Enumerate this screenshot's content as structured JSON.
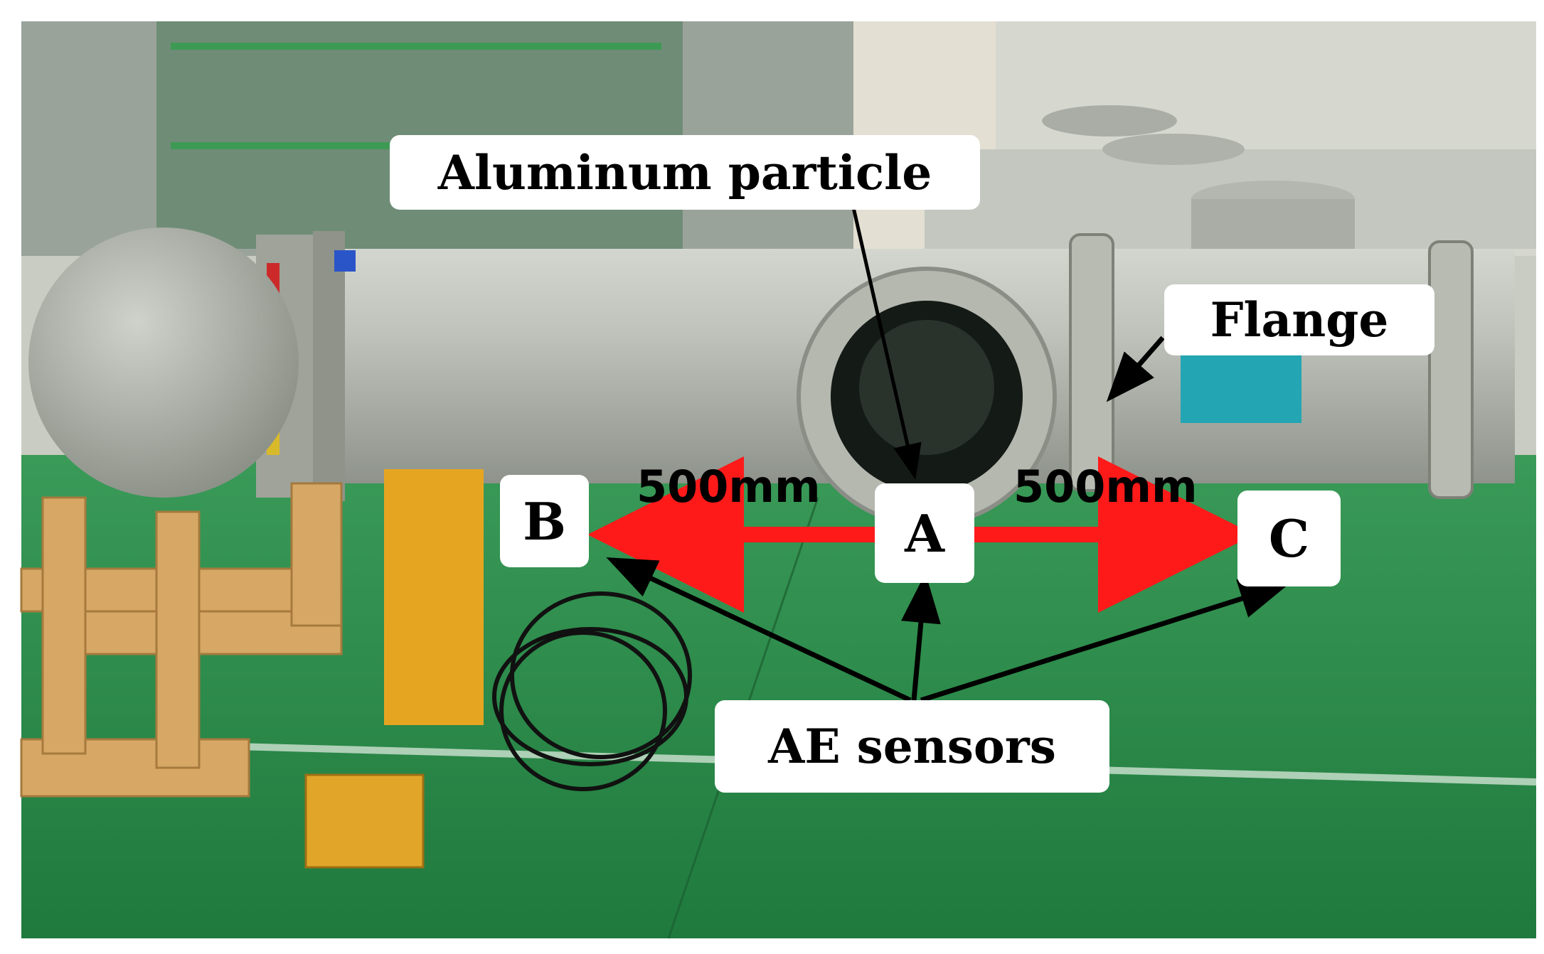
{
  "labels": {
    "aluminum_particle": "Aluminum particle",
    "flange": "Flange",
    "ae_sensors": "AE sensors",
    "sensor_a": "A",
    "sensor_b": "B",
    "sensor_c": "C",
    "distance_left": "500mm",
    "distance_right": "500mm"
  },
  "colors": {
    "arrow_red": "#ff1a1a",
    "pipe_gray": "#b9bdb6",
    "floor_green": "#2c8a4a",
    "support_yellow": "#e6a521",
    "callout_bg": "#ffffff"
  }
}
